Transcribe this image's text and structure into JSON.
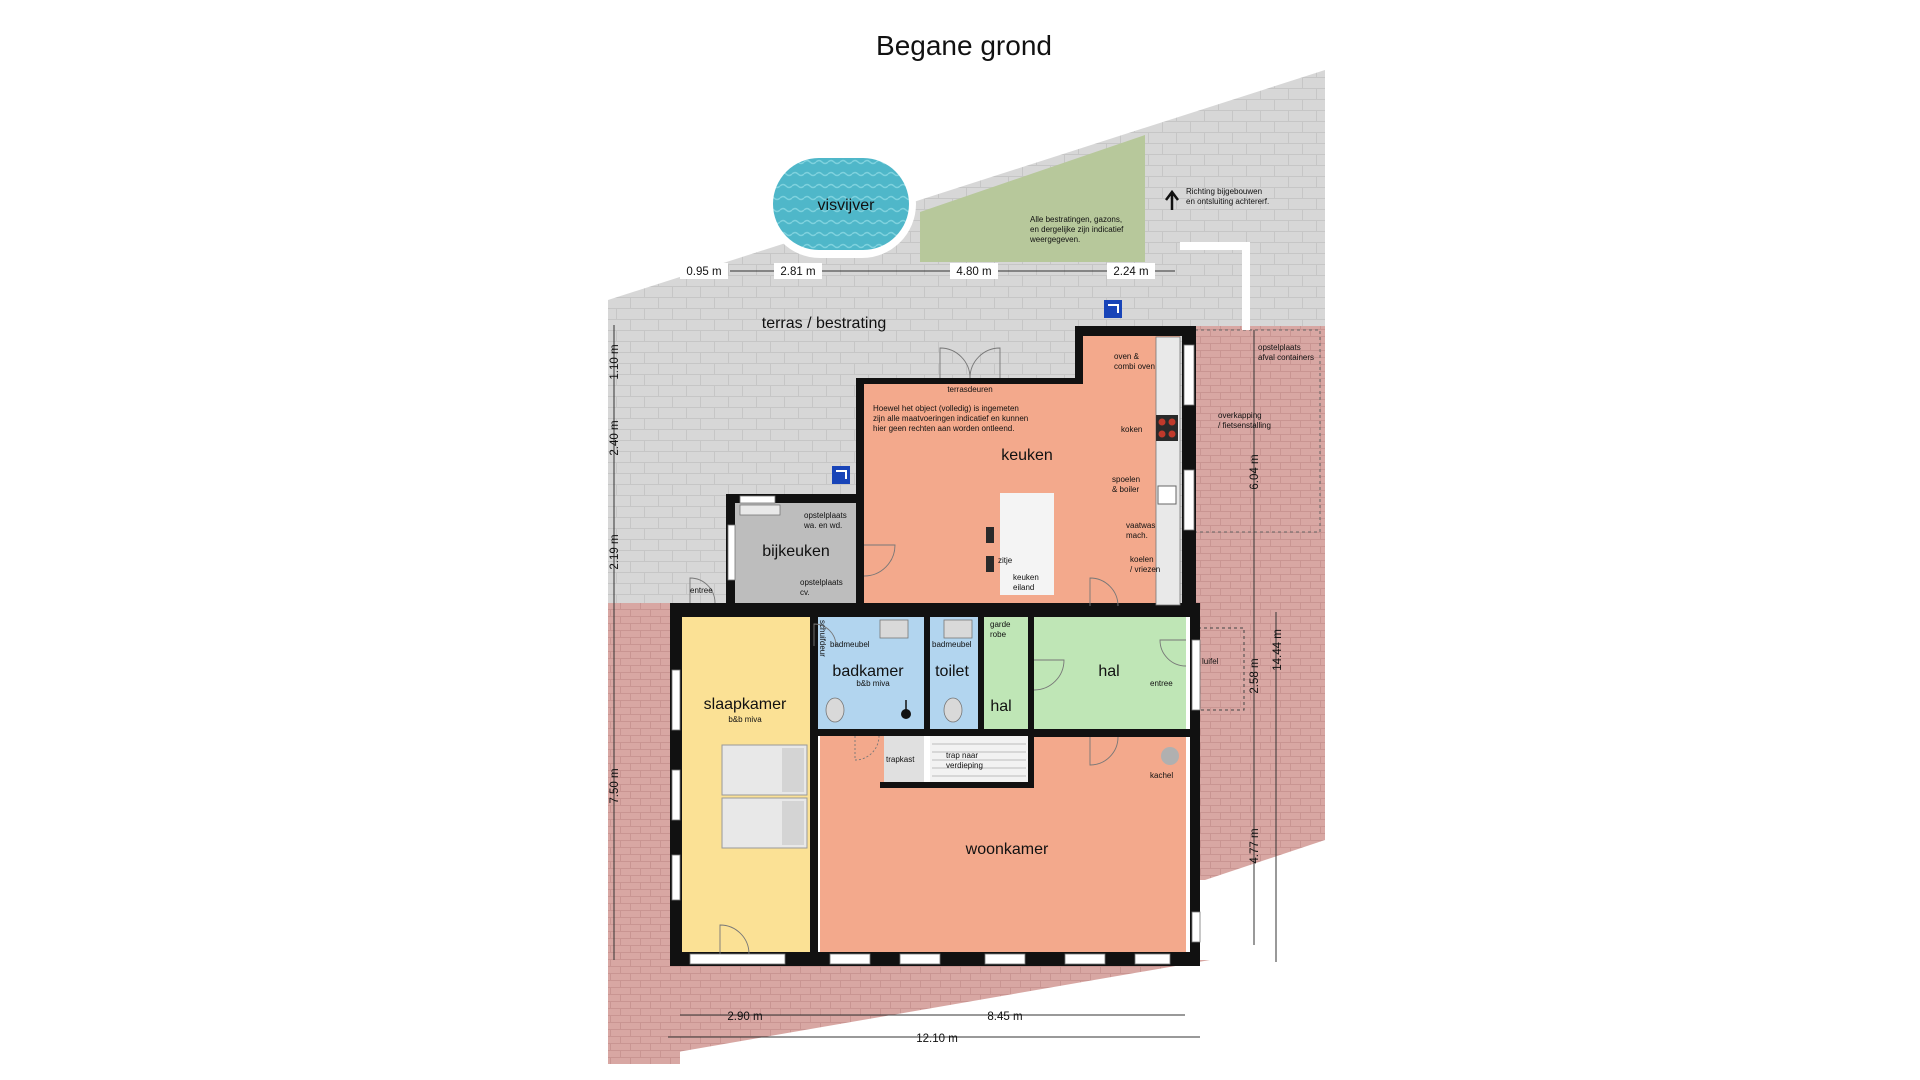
{
  "title": "Begane grond",
  "rooms": {
    "visvijver": "visvijver",
    "terras": "terras / bestrating",
    "keuken": "keuken",
    "bijkeuken": "bijkeuken",
    "slaapkamer": "slaapkamer",
    "slaapkamer_sub": "b&b miva",
    "badkamer": "badkamer",
    "badkamer_sub": "b&b miva",
    "toilet": "toilet",
    "hal_small": "hal",
    "hal": "hal",
    "woonkamer": "woonkamer"
  },
  "notes": {
    "bestrating": [
      "Alle bestratingen, gazons,",
      "en dergelijke zijn indicatief",
      "weergegeven."
    ],
    "richting": [
      "Richting bijgebouwen",
      "en ontsluiting achtererf."
    ],
    "disclaimer": [
      "Hoewel het object (volledig) is ingemeten",
      "zijn alle maatvoeringen indicatief en kunnen",
      "hier geen rechten aan worden ontleend."
    ]
  },
  "labels": {
    "terrasdeuren": "terrasdeuren",
    "oven": [
      "oven &",
      "combi oven"
    ],
    "koken": "koken",
    "spoelen": [
      "spoelen",
      "& boiler"
    ],
    "vaatwas": [
      "vaatwas",
      "mach."
    ],
    "koelen": [
      "koelen",
      "/ vriezen"
    ],
    "zitje": "zitje",
    "keukeneiland": [
      "keuken",
      "eiland"
    ],
    "opstel_wa": [
      "opstelplaats",
      "wa. en wd."
    ],
    "opstel_cv": [
      "opstelplaats",
      "cv."
    ],
    "entree_left": "entree",
    "schuifdeur": "schuifdeur",
    "badmeubel_1": "badmeubel",
    "badmeubel_2": "badmeubel",
    "garderobe": [
      "garde",
      "robe"
    ],
    "entree_right": "entree",
    "luifel": "luifel",
    "trapkast": "trapkast",
    "trap": [
      "trap naar",
      "verdieping"
    ],
    "kachel": "kachel",
    "opstel_afval": [
      "opstelplaats",
      "afval containers"
    ],
    "overkapping": [
      "overkapping",
      "/ fietsenstalling"
    ]
  },
  "dimensions": {
    "top_1": "0.95 m",
    "top_2": "2.81 m",
    "top_3": "4.80 m",
    "top_4": "2.24 m",
    "left_1": "1.10 m",
    "left_2": "2.40 m",
    "left_3": "2.19 m",
    "left_4": "7.50 m",
    "right_1": "6.04 m",
    "right_2": "2.58 m",
    "right_3": "4.77 m",
    "right_total": "14.44 m",
    "bottom_1": "2.90 m",
    "bottom_2": "8.45 m",
    "bottom_total": "12.10 m"
  },
  "colors": {
    "paving": "#d7d7d7",
    "brick": "#d8a7a3",
    "lawn": "#b7c89b",
    "keuken": "#f3a98c",
    "woonkamer": "#f3a98c",
    "bijkeuken": "#bdbdbd",
    "slaapkamer": "#fbe195",
    "badkamer": "#b2d5ef",
    "hal": "#bfe6b6",
    "pond": "#4fb7c9",
    "wall": "#111111"
  }
}
